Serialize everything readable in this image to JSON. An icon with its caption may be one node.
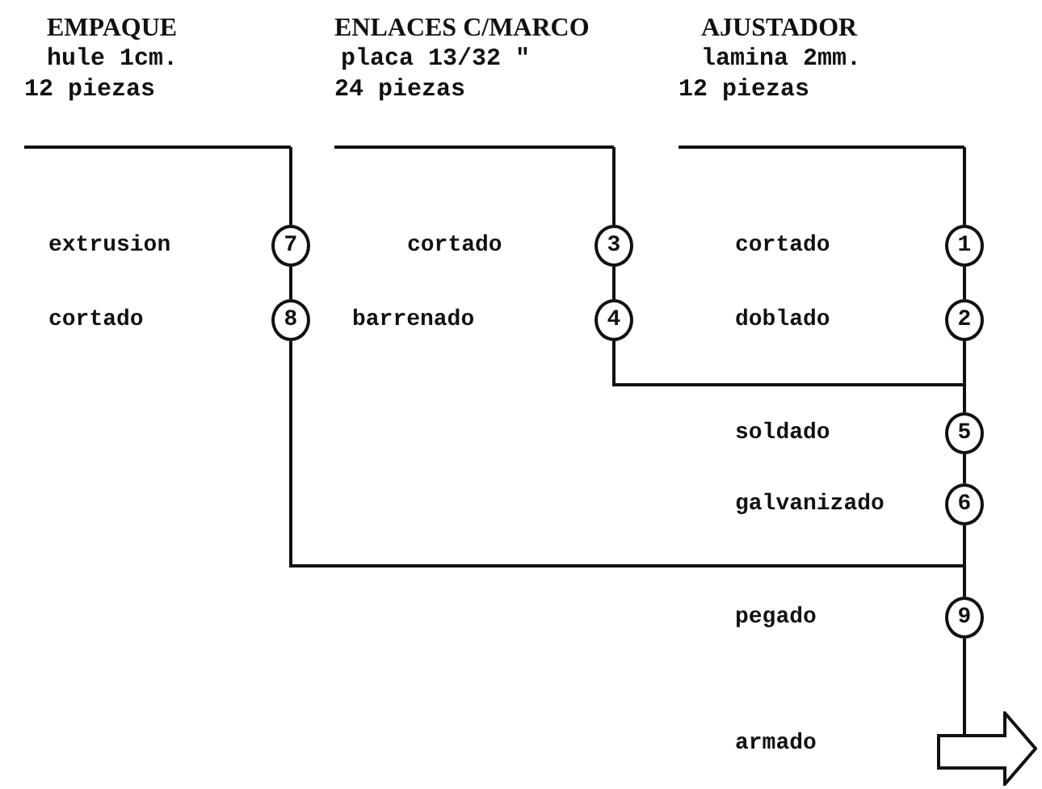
{
  "diagram": {
    "nodes": [
      {
        "text": [
          "EMPAQUE",
          "hule 1cm.",
          "12 piezas"
        ]
      },
      {
        "text": [
          "ENLACES C/MARCO",
          "placa 13/32 \"",
          "24 piezas"
        ]
      },
      {
        "text": [
          "AJUSTADOR",
          "lamina 2mm.",
          "12 piezas"
        ]
      },
      {
        "text": [
          "7"
        ]
      },
      {
        "text": [
          "8"
        ]
      },
      {
        "text": [
          "3"
        ]
      },
      {
        "text": [
          "4"
        ]
      },
      {
        "text": [
          "1"
        ]
      },
      {
        "text": [
          "2"
        ]
      },
      {
        "text": [
          "5"
        ]
      },
      {
        "text": [
          "6"
        ],
        "beside": [
          "galvanizado"
        ]
      },
      {
        "text": [
          "9"
        ]
      },
      {
        "text": [],
        "shape": "arrow"
      }
    ],
    "edges": [
      {
        "from": 0,
        "to": 3,
        "arrow": "none"
      },
      {
        "from": 3,
        "to": 4,
        "arrow": "none"
      },
      {
        "from": 4,
        "to": 11,
        "arrow": "none"
      },
      {
        "from": 1,
        "to": 5,
        "arrow": "none"
      },
      {
        "from": 5,
        "to": 6,
        "arrow": "none"
      },
      {
        "from": 6,
        "to": 9,
        "arrow": "none"
      },
      {
        "from": 2,
        "to": 7,
        "arrow": "none"
      },
      {
        "from": 7,
        "to": 8,
        "arrow": "none"
      },
      {
        "from": 8,
        "to": 9,
        "arrow": "none"
      },
      {
        "from": 9,
        "to": 10,
        "arrow": "none"
      },
      {
        "from": 10,
        "to": 11,
        "arrow": "none"
      },
      {
        "from": 11,
        "to": 12,
        "arrow": "none"
      }
    ],
    "labels": [
      "extrusion",
      "cortado",
      "cortado",
      "cortado",
      "barrenado",
      "doblado",
      "soldado",
      "pegado",
      "armado"
    ]
  }
}
